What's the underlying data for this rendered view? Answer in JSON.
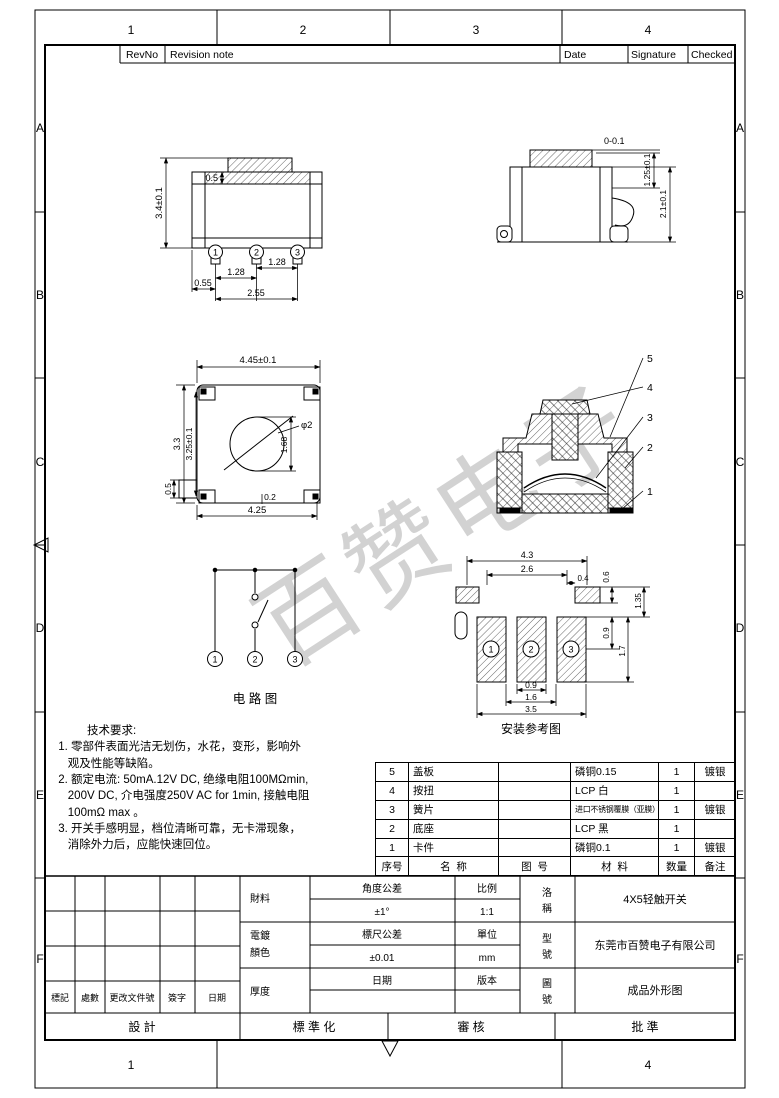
{
  "meta": {
    "watermark": "百赞电子"
  },
  "zones": {
    "top": [
      "1",
      "2",
      "3",
      "4"
    ],
    "bottom": [
      "1",
      "4"
    ],
    "left": [
      "A",
      "B",
      "C",
      "D",
      "E",
      "F"
    ],
    "right": [
      "A",
      "B",
      "C",
      "D",
      "E",
      "F"
    ]
  },
  "revision_table": {
    "rev_no": "RevNo",
    "revision_note": "Revision note",
    "date": "Date",
    "signature": "Signature",
    "checked": "Checked"
  },
  "front_view": {
    "dim_height": "3.4±0.1",
    "dim_cover": "0.5",
    "dim_pitch_right": "1.28",
    "dim_pitch_left": "1.28",
    "dim_edge": "0.55",
    "dim_span": "2.55",
    "pins": [
      "1",
      "2",
      "3"
    ]
  },
  "side_view": {
    "dim_travel": "0-0.1",
    "dim_button_height": "1.25±0.1",
    "dim_total_height": "2.1±0.1"
  },
  "top_view": {
    "dim_width": "4.45±0.1",
    "dim_depth": "3.3",
    "dim_depth_inner": "3.25±0.1",
    "dim_button_dia": "φ2",
    "dim_inner": "1.68",
    "dim_notch": "0.2",
    "dim_width_inner": "4.25",
    "dim_tab": "0.5"
  },
  "section_view": {
    "part_numbers": [
      "5",
      "4",
      "3",
      "2",
      "1"
    ]
  },
  "circuit_view": {
    "title": "电 路 图",
    "pins": [
      "1",
      "2",
      "3"
    ]
  },
  "pcb_view": {
    "title": "安装参考图",
    "dim_pad_span": "4.3",
    "dim_pad_inner": "2.6",
    "dim_side_pad_h": "0.6",
    "dim_side_pad_w": "0.4",
    "dim_offset": "1.35",
    "dim_pad_half": "0.9",
    "dim_pad_height": "1.7",
    "dim_pad_width": "0.9",
    "dim_pitch": "1.6",
    "dim_total": "3.5",
    "pads": [
      "1",
      "2",
      "3"
    ]
  },
  "tech_requirements": {
    "text": "          技术要求:\n 1. 零部件表面光洁无划伤，水花，变形，影响外\n    观及性能等缺陷。\n 2. 额定电流: 50mA.12V DC, 绝缘电阻100MΩmin,\n    200V DC, 介电强度250V AC for 1min, 接触电阻\n    100mΩ max 。\n 3. 开关手感明显，档位清晰可靠，无卡滞现象，\n    消除外力后，应能快速回位。"
  },
  "bom": {
    "headers": [
      "序号",
      "名  称",
      "图  号",
      "材  料",
      "数量",
      "备注"
    ],
    "rows": [
      [
        "5",
        "盖板",
        "",
        "磷铜0.15",
        "1",
        "镀银"
      ],
      [
        "4",
        "按扭",
        "",
        "LCP 白",
        "1",
        ""
      ],
      [
        "3",
        "簧片",
        "",
        "进口不锈钢覆膜（亚膜）",
        "1",
        "镀银"
      ],
      [
        "2",
        "底座",
        "",
        "LCP 黑",
        "1",
        ""
      ],
      [
        "1",
        "卡件",
        "",
        "磷铜0.1",
        "1",
        "镀银"
      ]
    ]
  },
  "title_block": {
    "material_label": "財料",
    "plating_label_1": "電鍍",
    "plating_label_2": "顏色",
    "thickness_label": "厚度",
    "angle_tol_label": "角度公差",
    "angle_tol_value": "±1°",
    "scale_label": "比例",
    "scale_value": "1:1",
    "linear_tol_label": "標尺公差",
    "linear_tol_value": "±0.01",
    "unit_label": "單位",
    "unit_value": "mm",
    "date_label": "日期",
    "version_label": "版本",
    "name_label_1": "洛",
    "name_label_2": "稱",
    "model_label_1": "型",
    "model_label_2": "號",
    "drawing_no_label_1": "圖",
    "drawing_no_label_2": "號",
    "product_name": "4X5轻触开关",
    "company": "东莞市百赞电子有限公司",
    "drawing_title": "成品外形图",
    "mark_label": "標記",
    "count_label": "處數",
    "change_doc_label": "更改文件號",
    "sign_label": "簽字",
    "date2_label": "日期",
    "design_label": "設 計",
    "standardization_label": "標 準 化",
    "review_label": "審 核",
    "approve_label": "批 準"
  }
}
